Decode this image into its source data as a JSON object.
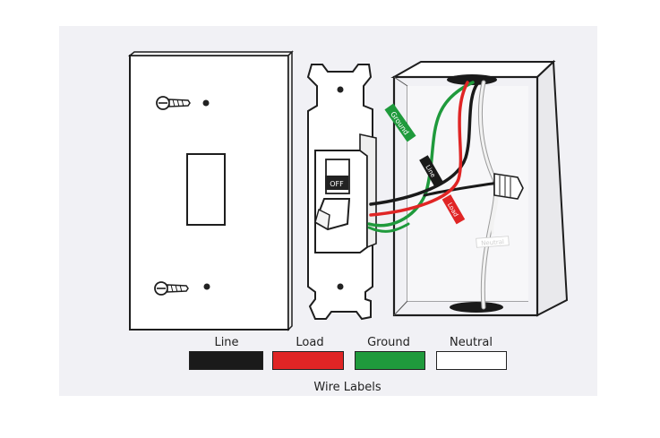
{
  "switch_label": "OFF",
  "wire_tags": {
    "ground": "Ground",
    "line": "Line",
    "load": "Load",
    "neutral": "Neutral"
  },
  "legend": {
    "items": [
      {
        "label": "Line",
        "color": "#1a1a1a"
      },
      {
        "label": "Load",
        "color": "#e02525"
      },
      {
        "label": "Ground",
        "color": "#1f9a3c"
      },
      {
        "label": "Neutral",
        "color": "#ffffff"
      }
    ],
    "caption": "Wire Labels"
  },
  "colors": {
    "panel_bg": "#f1f1f5",
    "outline": "#1e1e1e",
    "line": "#1a1a1a",
    "load": "#e02525",
    "ground": "#1f9a3c",
    "neutral": "#d8d8d8"
  }
}
